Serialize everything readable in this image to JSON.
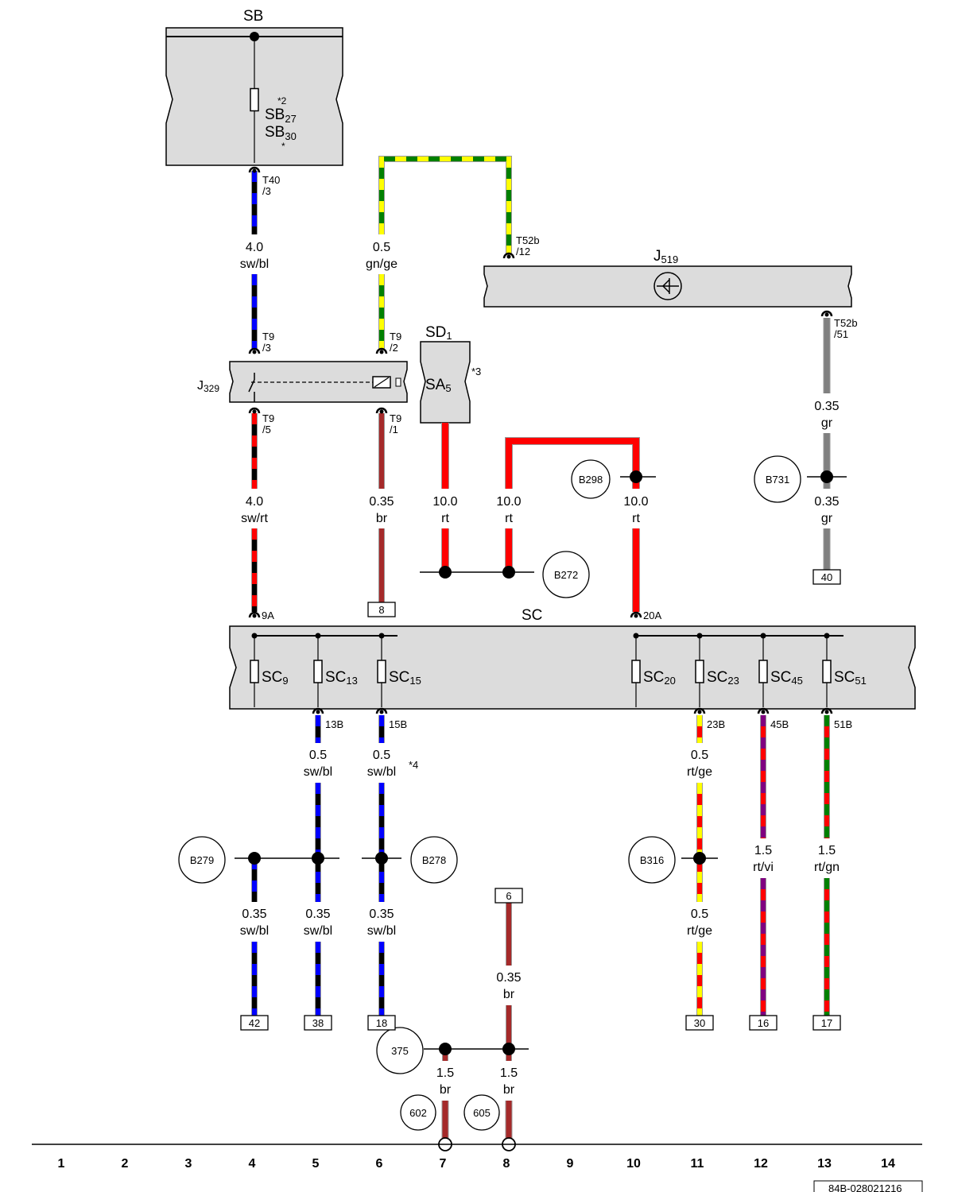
{
  "components": {
    "SB": "SB",
    "SC": "SC",
    "SD": "SD1",
    "SA5": "SA5",
    "J329": "J329",
    "J519": "J519"
  },
  "fuse_labels": {
    "SB27": "SB27",
    "SB30": "SB30",
    "SB_star2": "*2",
    "SB_star": "*",
    "SC9": "SC9",
    "SC13": "SC13",
    "SC15": "SC15",
    "SC20": "SC20",
    "SC23": "SC23",
    "SC45": "SC45",
    "SC51": "SC51"
  },
  "notes": {
    "n3": "*3",
    "n4": "*4"
  },
  "connectors": {
    "T40_3": [
      "T40",
      "/3"
    ],
    "T9_3": [
      "T9",
      "/3"
    ],
    "T9_2": [
      "T9",
      "/2"
    ],
    "T9_5": [
      "T9",
      "/5"
    ],
    "T9_1": [
      "T9",
      "/1"
    ],
    "T52b_12": [
      "T52b",
      "/12"
    ],
    "T52b_51": [
      "T52b",
      "/51"
    ],
    "c9A": "9A",
    "c20A": "20A",
    "c13B": "13B",
    "c15B": "15B",
    "c23B": "23B",
    "c45B": "45B",
    "c51B": "51B"
  },
  "wires": {
    "w_4_sb_j329": [
      "4.0",
      "sw/bl"
    ],
    "w_6_gnge": [
      "0.5",
      "gn/ge"
    ],
    "w_4_j329_sc": [
      "4.0",
      "sw/rt"
    ],
    "w_6_br": [
      "0.35",
      "br"
    ],
    "w_7_rt": [
      "10.0",
      "rt"
    ],
    "w_8_rt": [
      "10.0",
      "rt"
    ],
    "w_10_rt": [
      "10.0",
      "rt"
    ],
    "w_13_gr_a": [
      "0.35",
      "gr"
    ],
    "w_13_gr_b": [
      "0.35",
      "gr"
    ],
    "w_5_swbl": [
      "0.5",
      "sw/bl"
    ],
    "w_6_swbl": [
      "0.5",
      "sw/bl"
    ],
    "w_11_rtge_a": [
      "0.5",
      "rt/ge"
    ],
    "w_11_rtge_b": [
      "0.5",
      "rt/ge"
    ],
    "w_12_rtvi": [
      "1.5",
      "rt/vi"
    ],
    "w_13_rtgn": [
      "1.5",
      "rt/gn"
    ],
    "w_4_swbl_b": [
      "0.35",
      "sw/bl"
    ],
    "w_5_swbl_b": [
      "0.35",
      "sw/bl"
    ],
    "w_6_swbl_b": [
      "0.35",
      "sw/bl"
    ],
    "w_8_br": [
      "0.35",
      "br"
    ],
    "w_7_br_g": [
      "1.5",
      "br"
    ],
    "w_8_br_g": [
      "1.5",
      "br"
    ]
  },
  "splices": {
    "B298": "B298",
    "B731": "B731",
    "B272": "B272",
    "B279": "B279",
    "B278": "B278",
    "B316": "B316",
    "p375": "375",
    "p602": "602",
    "p605": "605"
  },
  "terminals": {
    "t40": "40",
    "t8": "8",
    "t6": "6",
    "t42": "42",
    "t38": "38",
    "t18": "18",
    "t30": "30",
    "t16": "16",
    "t17": "17"
  },
  "grid": [
    "1",
    "2",
    "3",
    "4",
    "5",
    "6",
    "7",
    "8",
    "9",
    "10",
    "11",
    "12",
    "13",
    "14"
  ],
  "doc_ref": "84B-028021216",
  "colors": {
    "sw": "#000000",
    "bl": "#0000ff",
    "rt": "#ff0000",
    "ge": "#ffff00",
    "gn": "#008000",
    "br": "#a52a2a",
    "gr": "#808080",
    "vi": "#800080",
    "component_fill": "#dcdcdc"
  }
}
